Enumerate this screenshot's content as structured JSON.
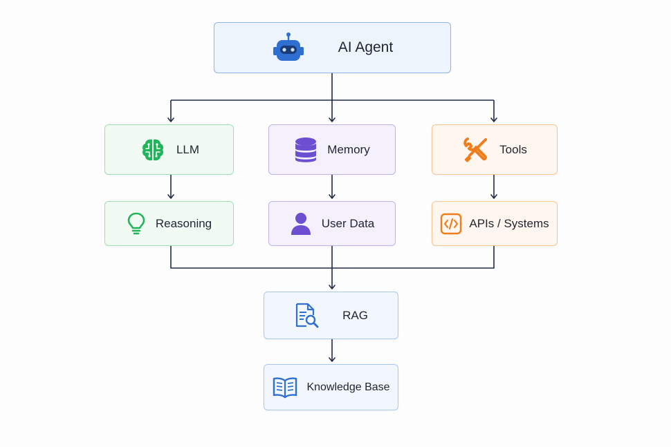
{
  "nodes": {
    "agent": {
      "label": "AI Agent",
      "icon": "robot-icon",
      "color": "#2f6fd1"
    },
    "llm": {
      "label": "LLM",
      "icon": "brain-icon",
      "color": "#22b45a"
    },
    "memory": {
      "label": "Memory",
      "icon": "database-icon",
      "color": "#6b4fd0"
    },
    "tools": {
      "label": "Tools",
      "icon": "wrench-screwdriver-icon",
      "color": "#f07d1b"
    },
    "reasoning": {
      "label": "Reasoning",
      "icon": "lightbulb-icon",
      "color": "#22b45a"
    },
    "user_data": {
      "label": "User Data",
      "icon": "user-icon",
      "color": "#6b4fd0"
    },
    "apis": {
      "label": "APIs / Systems",
      "icon": "code-icon",
      "color": "#f07d1b"
    },
    "rag": {
      "label": "RAG",
      "icon": "document-search-icon",
      "color": "#2f6fd1"
    },
    "knowledge_base": {
      "label": "Knowledge Base",
      "icon": "book-icon",
      "color": "#2f6fd1"
    }
  },
  "edges": [
    [
      "agent",
      "llm"
    ],
    [
      "agent",
      "memory"
    ],
    [
      "agent",
      "tools"
    ],
    [
      "llm",
      "reasoning"
    ],
    [
      "memory",
      "user_data"
    ],
    [
      "tools",
      "apis"
    ],
    [
      "reasoning",
      "rag"
    ],
    [
      "user_data",
      "rag"
    ],
    [
      "apis",
      "rag"
    ],
    [
      "rag",
      "knowledge_base"
    ]
  ],
  "connector_color": "#1f2a44"
}
